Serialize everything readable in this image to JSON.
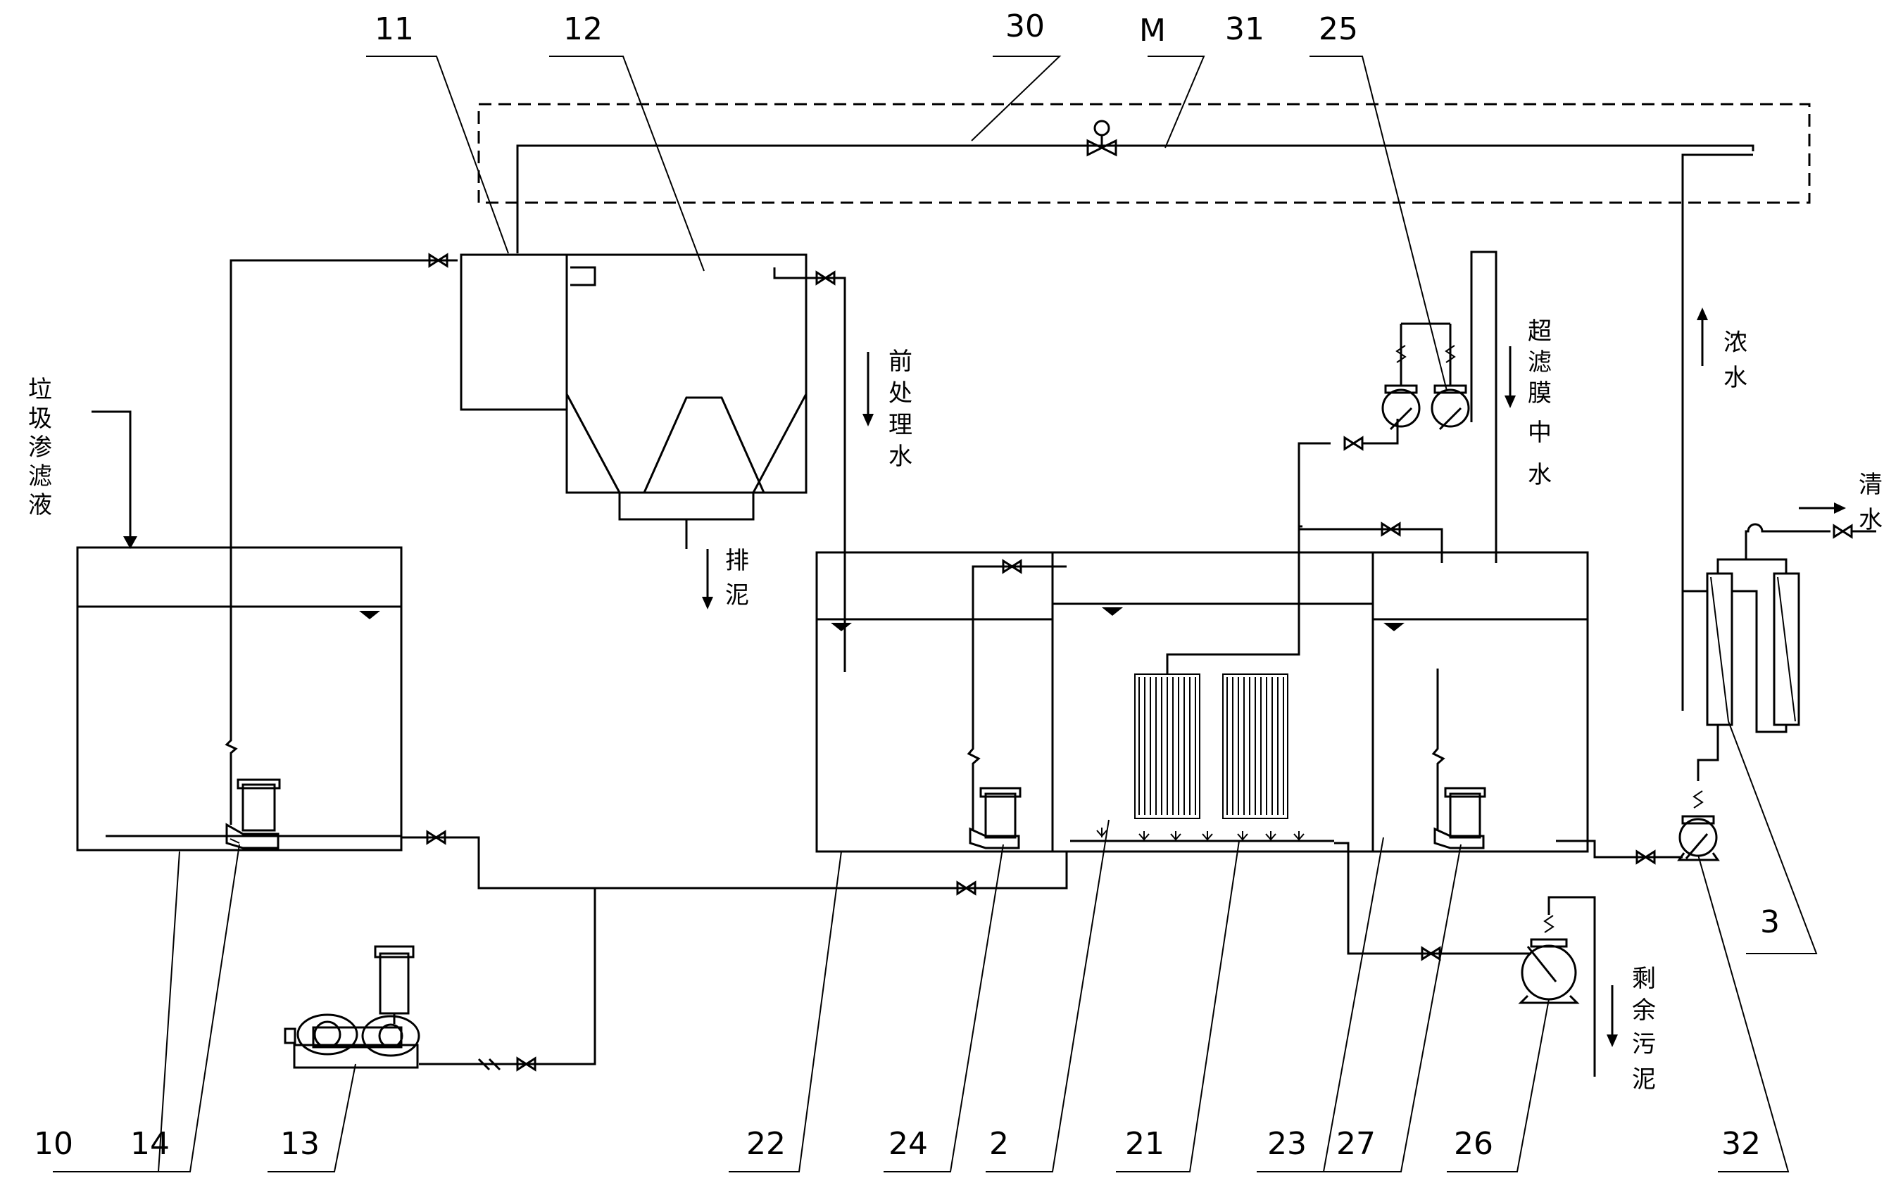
{
  "labels": {
    "n10": "10",
    "n14": "14",
    "n13": "13",
    "n11": "11",
    "n12": "12",
    "n30": "30",
    "nM": "M",
    "n31": "31",
    "n25": "25",
    "n22": "22",
    "n24": "24",
    "n2": "2",
    "n21": "21",
    "n23": "23",
    "n27": "27",
    "n26": "26",
    "n32": "32",
    "n3": "3"
  },
  "text": {
    "leachate": [
      "垃",
      "圾",
      "渗",
      "滤",
      "液"
    ],
    "pretreated_water": [
      "前",
      "处",
      "理",
      "水"
    ],
    "sludge_discharge": [
      "排",
      "泥"
    ],
    "uf_permeate": [
      "超",
      "滤",
      "膜",
      "中",
      "水"
    ],
    "concentrate": [
      "浓",
      "水"
    ],
    "clean_water": [
      "清",
      "水"
    ],
    "excess_sludge": [
      "剩",
      "余",
      "污",
      "泥"
    ]
  }
}
